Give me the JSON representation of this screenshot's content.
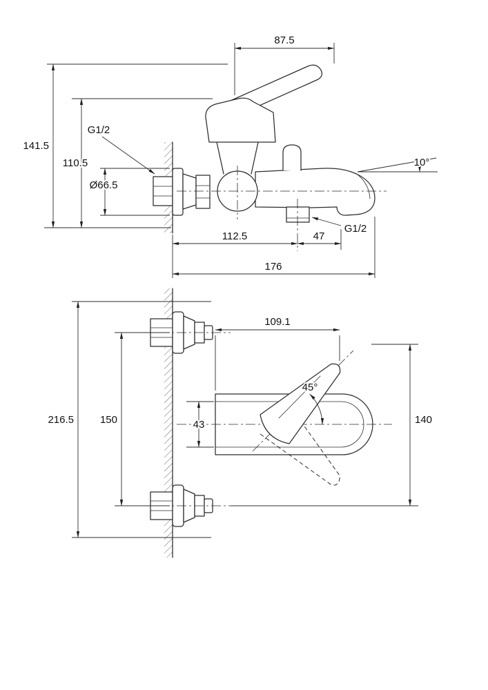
{
  "side_view": {
    "handle_width": "87.5",
    "total_height": "141.5",
    "body_height": "110.5",
    "inlet_thread": "G1/2",
    "escutcheon_diameter": "Ø66.5",
    "spout_angle": "10°",
    "outlet_thread": "G1/2",
    "wall_to_outlet": "112.5",
    "outlet_to_tip": "47",
    "total_projection": "176"
  },
  "front_view": {
    "handle_projection": "109.1",
    "handle_angle": "45°",
    "overall_height": "216.5",
    "connection_spacing": "150",
    "body_width": "43",
    "handle_span": "140"
  }
}
